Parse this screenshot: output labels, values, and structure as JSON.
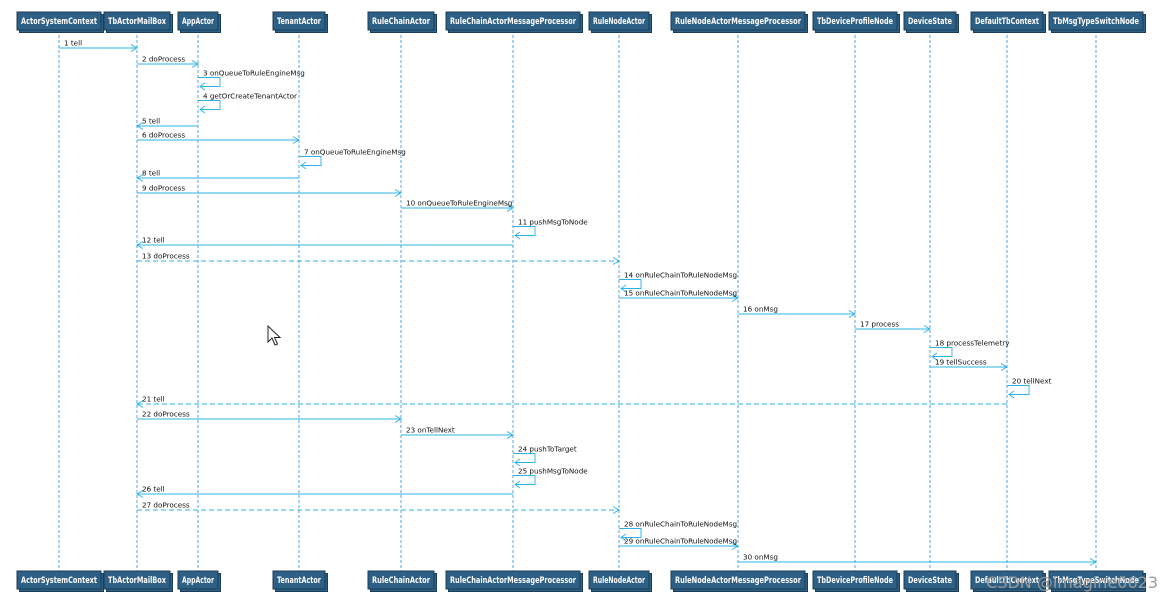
{
  "participants": [
    {
      "id": "ascx",
      "label": "ActorSystemContext"
    },
    {
      "id": "tbmb",
      "label": "TbActorMailBox"
    },
    {
      "id": "app",
      "label": "AppActor"
    },
    {
      "id": "ten",
      "label": "TenantActor"
    },
    {
      "id": "rca",
      "label": "RuleChainActor"
    },
    {
      "id": "rcamp",
      "label": "RuleChainActorMessageProcessor"
    },
    {
      "id": "rna",
      "label": "RuleNodeActor"
    },
    {
      "id": "rnamp",
      "label": "RuleNodeActorMessageProcessor"
    },
    {
      "id": "tdp",
      "label": "TbDeviceProfileNode"
    },
    {
      "id": "dst",
      "label": "DeviceState"
    },
    {
      "id": "dtc",
      "label": "DefaultTbContext"
    },
    {
      "id": "tms",
      "label": "TbMsgTypeSwitchNode"
    }
  ],
  "messages": [
    {
      "num": "1",
      "label": "tell",
      "from": "ascx",
      "to": "tbmb"
    },
    {
      "num": "2",
      "label": "doProcess",
      "from": "tbmb",
      "to": "app"
    },
    {
      "num": "3",
      "label": "onQueueToRuleEngineMsg",
      "from": "app",
      "to": "app"
    },
    {
      "num": "4",
      "label": "getOrCreateTenantActor",
      "from": "app",
      "to": "app"
    },
    {
      "num": "5",
      "label": "tell",
      "from": "app",
      "to": "tbmb"
    },
    {
      "num": "6",
      "label": "doProcess",
      "from": "tbmb",
      "to": "ten"
    },
    {
      "num": "7",
      "label": "onQueueToRuleEngineMsg",
      "from": "ten",
      "to": "ten"
    },
    {
      "num": "8",
      "label": "tell",
      "from": "ten",
      "to": "tbmb"
    },
    {
      "num": "9",
      "label": "doProcess",
      "from": "tbmb",
      "to": "rca"
    },
    {
      "num": "10",
      "label": "onQueueToRuleEngineMsg",
      "from": "rca",
      "to": "rcamp"
    },
    {
      "num": "11",
      "label": "pushMsgToNode",
      "from": "rcamp",
      "to": "rcamp"
    },
    {
      "num": "12",
      "label": "tell",
      "from": "rcamp",
      "to": "tbmb"
    },
    {
      "num": "13",
      "label": "doProcess",
      "from": "tbmb",
      "to": "rna",
      "dashed": true
    },
    {
      "num": "14",
      "label": "onRuleChainToRuleNodeMsg",
      "from": "rna",
      "to": "rna"
    },
    {
      "num": "15",
      "label": "onRuleChainToRuleNodeMsg",
      "from": "rna",
      "to": "rnamp"
    },
    {
      "num": "16",
      "label": "onMsg",
      "from": "rnamp",
      "to": "tdp"
    },
    {
      "num": "17",
      "label": "process",
      "from": "tdp",
      "to": "dst"
    },
    {
      "num": "18",
      "label": "processTelemetry",
      "from": "dst",
      "to": "dst"
    },
    {
      "num": "19",
      "label": "tellSuccess",
      "from": "dst",
      "to": "dtc"
    },
    {
      "num": "20",
      "label": "tellNext",
      "from": "dtc",
      "to": "dtc"
    },
    {
      "num": "21",
      "label": "tell",
      "from": "dtc",
      "to": "tbmb",
      "dashed": true
    },
    {
      "num": "22",
      "label": "doProcess",
      "from": "tbmb",
      "to": "rca"
    },
    {
      "num": "23",
      "label": "onTellNext",
      "from": "rca",
      "to": "rcamp"
    },
    {
      "num": "24",
      "label": "pushToTarget",
      "from": "rcamp",
      "to": "rcamp"
    },
    {
      "num": "25",
      "label": "pushMsgToNode",
      "from": "rcamp",
      "to": "rcamp"
    },
    {
      "num": "26",
      "label": "tell",
      "from": "rcamp",
      "to": "tbmb"
    },
    {
      "num": "27",
      "label": "doProcess",
      "from": "tbmb",
      "to": "rna",
      "dashed": true
    },
    {
      "num": "28",
      "label": "onRuleChainToRuleNodeMsg",
      "from": "rna",
      "to": "rna"
    },
    {
      "num": "29",
      "label": "onRuleChainToRuleNodeMsg",
      "from": "rna",
      "to": "rnamp"
    },
    {
      "num": "30",
      "label": "onMsg",
      "from": "rnamp",
      "to": "tms"
    }
  ],
  "watermark": "CSDN @imagine0623",
  "colors": {
    "actor_fill": "#2e5f85",
    "lifeline": "#2c8fd6",
    "message": "#2bb3e6"
  },
  "icons": {
    "cursor": "mouse-pointer-icon"
  }
}
